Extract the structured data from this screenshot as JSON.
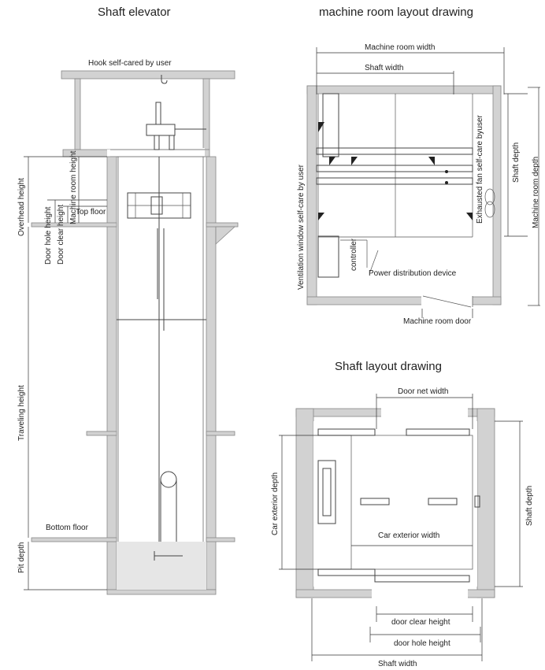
{
  "titles": {
    "shaft_elevator": "Shaft elevator",
    "machine_room": "machine room layout drawing",
    "shaft_layout": "Shaft layout drawing"
  },
  "elevator": {
    "hook": "Hook self-cared by user",
    "overhead_height": "Overhead height",
    "machine_room_height": "Machine room height",
    "door_hole_height": "Door hole height",
    "door_clear_height": "Door clear height",
    "top_floor": "Top floor",
    "traveling_height": "Traveling height",
    "bottom_floor": "Bottom floor",
    "pit_depth": "Pit depth"
  },
  "machine": {
    "room_width": "Machine room width",
    "shaft_width": "Shaft width",
    "shaft_depth": "Shaft depth",
    "room_depth": "Machine room depth",
    "exhaust_fan": "Exhausted fan self-care byuser",
    "vent_window": "Ventilation window self-care by user",
    "controller": "controller",
    "power_device": "Power distribution device",
    "room_door": "Machine room door"
  },
  "shaft": {
    "door_net_width": "Door net width",
    "car_exterior_depth": "Car exterior depth",
    "car_exterior_width": "Car exterior width",
    "shaft_depth": "Shaft depth",
    "door_clear_height": "door clear height",
    "door_hole_height": "door hole height",
    "shaft_width": "Shaft width"
  }
}
